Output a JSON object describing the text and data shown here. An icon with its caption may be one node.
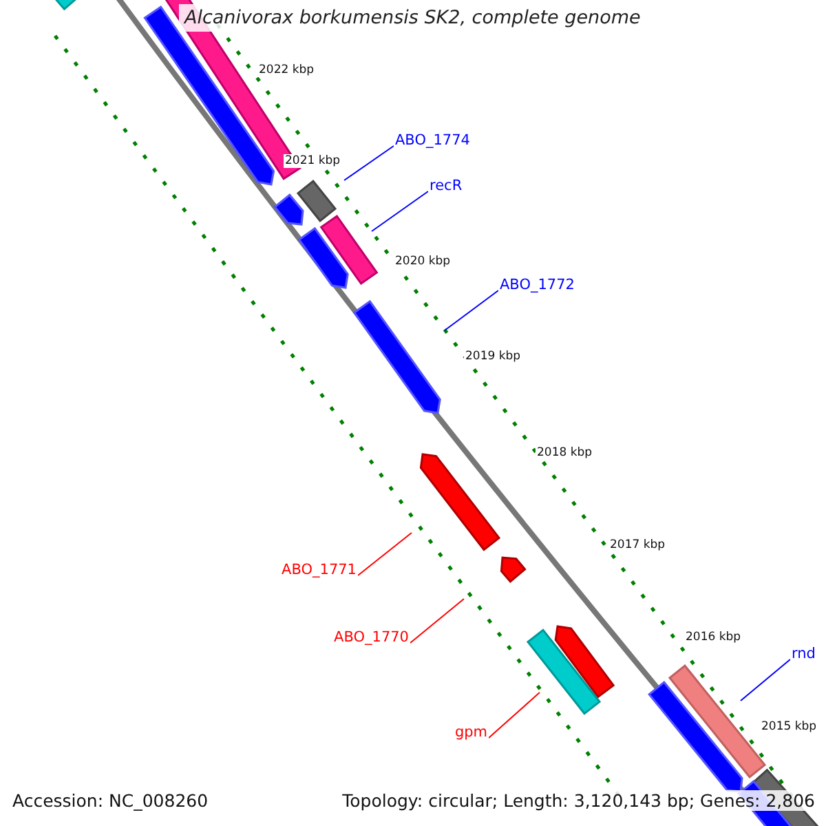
{
  "diagram": {
    "title": "Alcanivorax borkumensis SK2, complete genome",
    "nodes": [
      {
        "text": [
          "ABO_1774"
        ]
      },
      {
        "text": [
          "recR"
        ]
      },
      {
        "text": [
          "ABO_1772"
        ]
      },
      {
        "text": [
          "ABO_1771"
        ]
      },
      {
        "text": [
          "ABO_1770"
        ]
      },
      {
        "text": [
          "gpm"
        ]
      },
      {
        "text": [
          "rnd"
        ]
      }
    ],
    "edges": [
      {
        "from": 0,
        "to": null,
        "arrow": "none"
      },
      {
        "from": 1,
        "to": null,
        "arrow": "none"
      },
      {
        "from": 2,
        "to": null,
        "arrow": "none"
      },
      {
        "from": 3,
        "to": null,
        "arrow": "none",
        "color": "#ff0000"
      },
      {
        "from": 4,
        "to": null,
        "arrow": "none",
        "color": "#ff0000"
      },
      {
        "from": 5,
        "to": null,
        "arrow": "none",
        "color": "#ff0000"
      },
      {
        "from": 6,
        "to": null,
        "arrow": "none"
      }
    ],
    "labels": [
      "2022 kbp",
      "2021 kbp",
      "2020 kbp",
      "2019 kbp",
      "2018 kbp",
      "2017 kbp",
      "2016 kbp",
      "2015 kbp",
      "Accession: NC_008260",
      "Topology: circular; Length: 3,120,143 bp; Genes: 2,806"
    ]
  }
}
